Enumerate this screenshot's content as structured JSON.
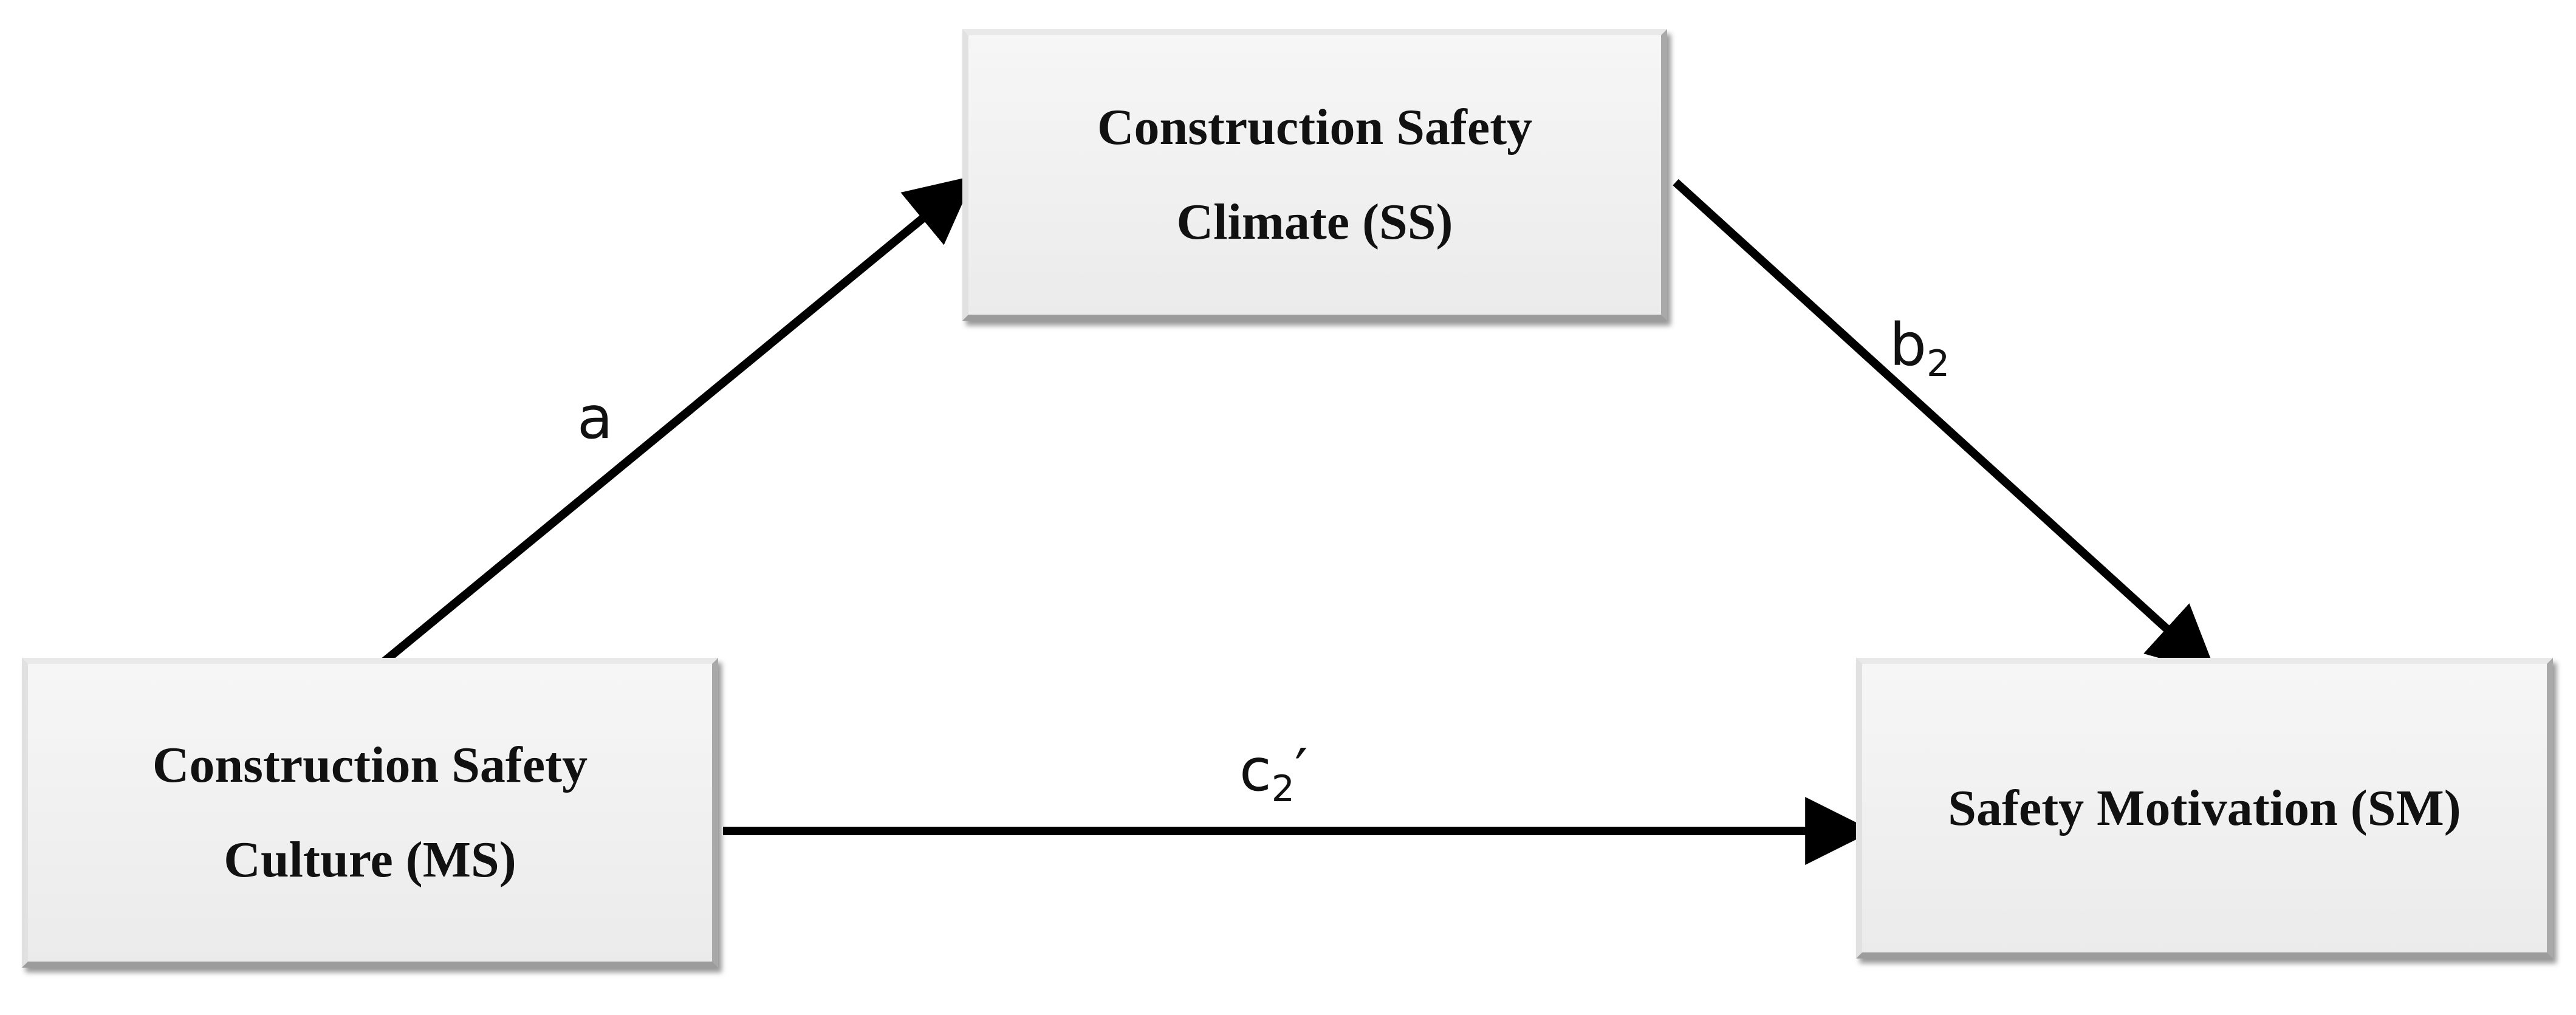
{
  "nodes": {
    "safety_climate": {
      "line1": "Construction Safety",
      "line2": "Climate (SS)"
    },
    "safety_culture": {
      "line1": "Construction Safety",
      "line2": "Culture (MS)"
    },
    "safety_motivation": {
      "line1": "Safety Motivation (SM)"
    }
  },
  "paths": {
    "a": {
      "label": "a"
    },
    "b2": {
      "base": "b",
      "sub": "2"
    },
    "c2": {
      "base": "c",
      "sub": "2",
      "suffix": "′"
    }
  },
  "colors": {
    "arrow": "#000000",
    "box_fill": "#f2f2f2",
    "text": "#111111"
  }
}
